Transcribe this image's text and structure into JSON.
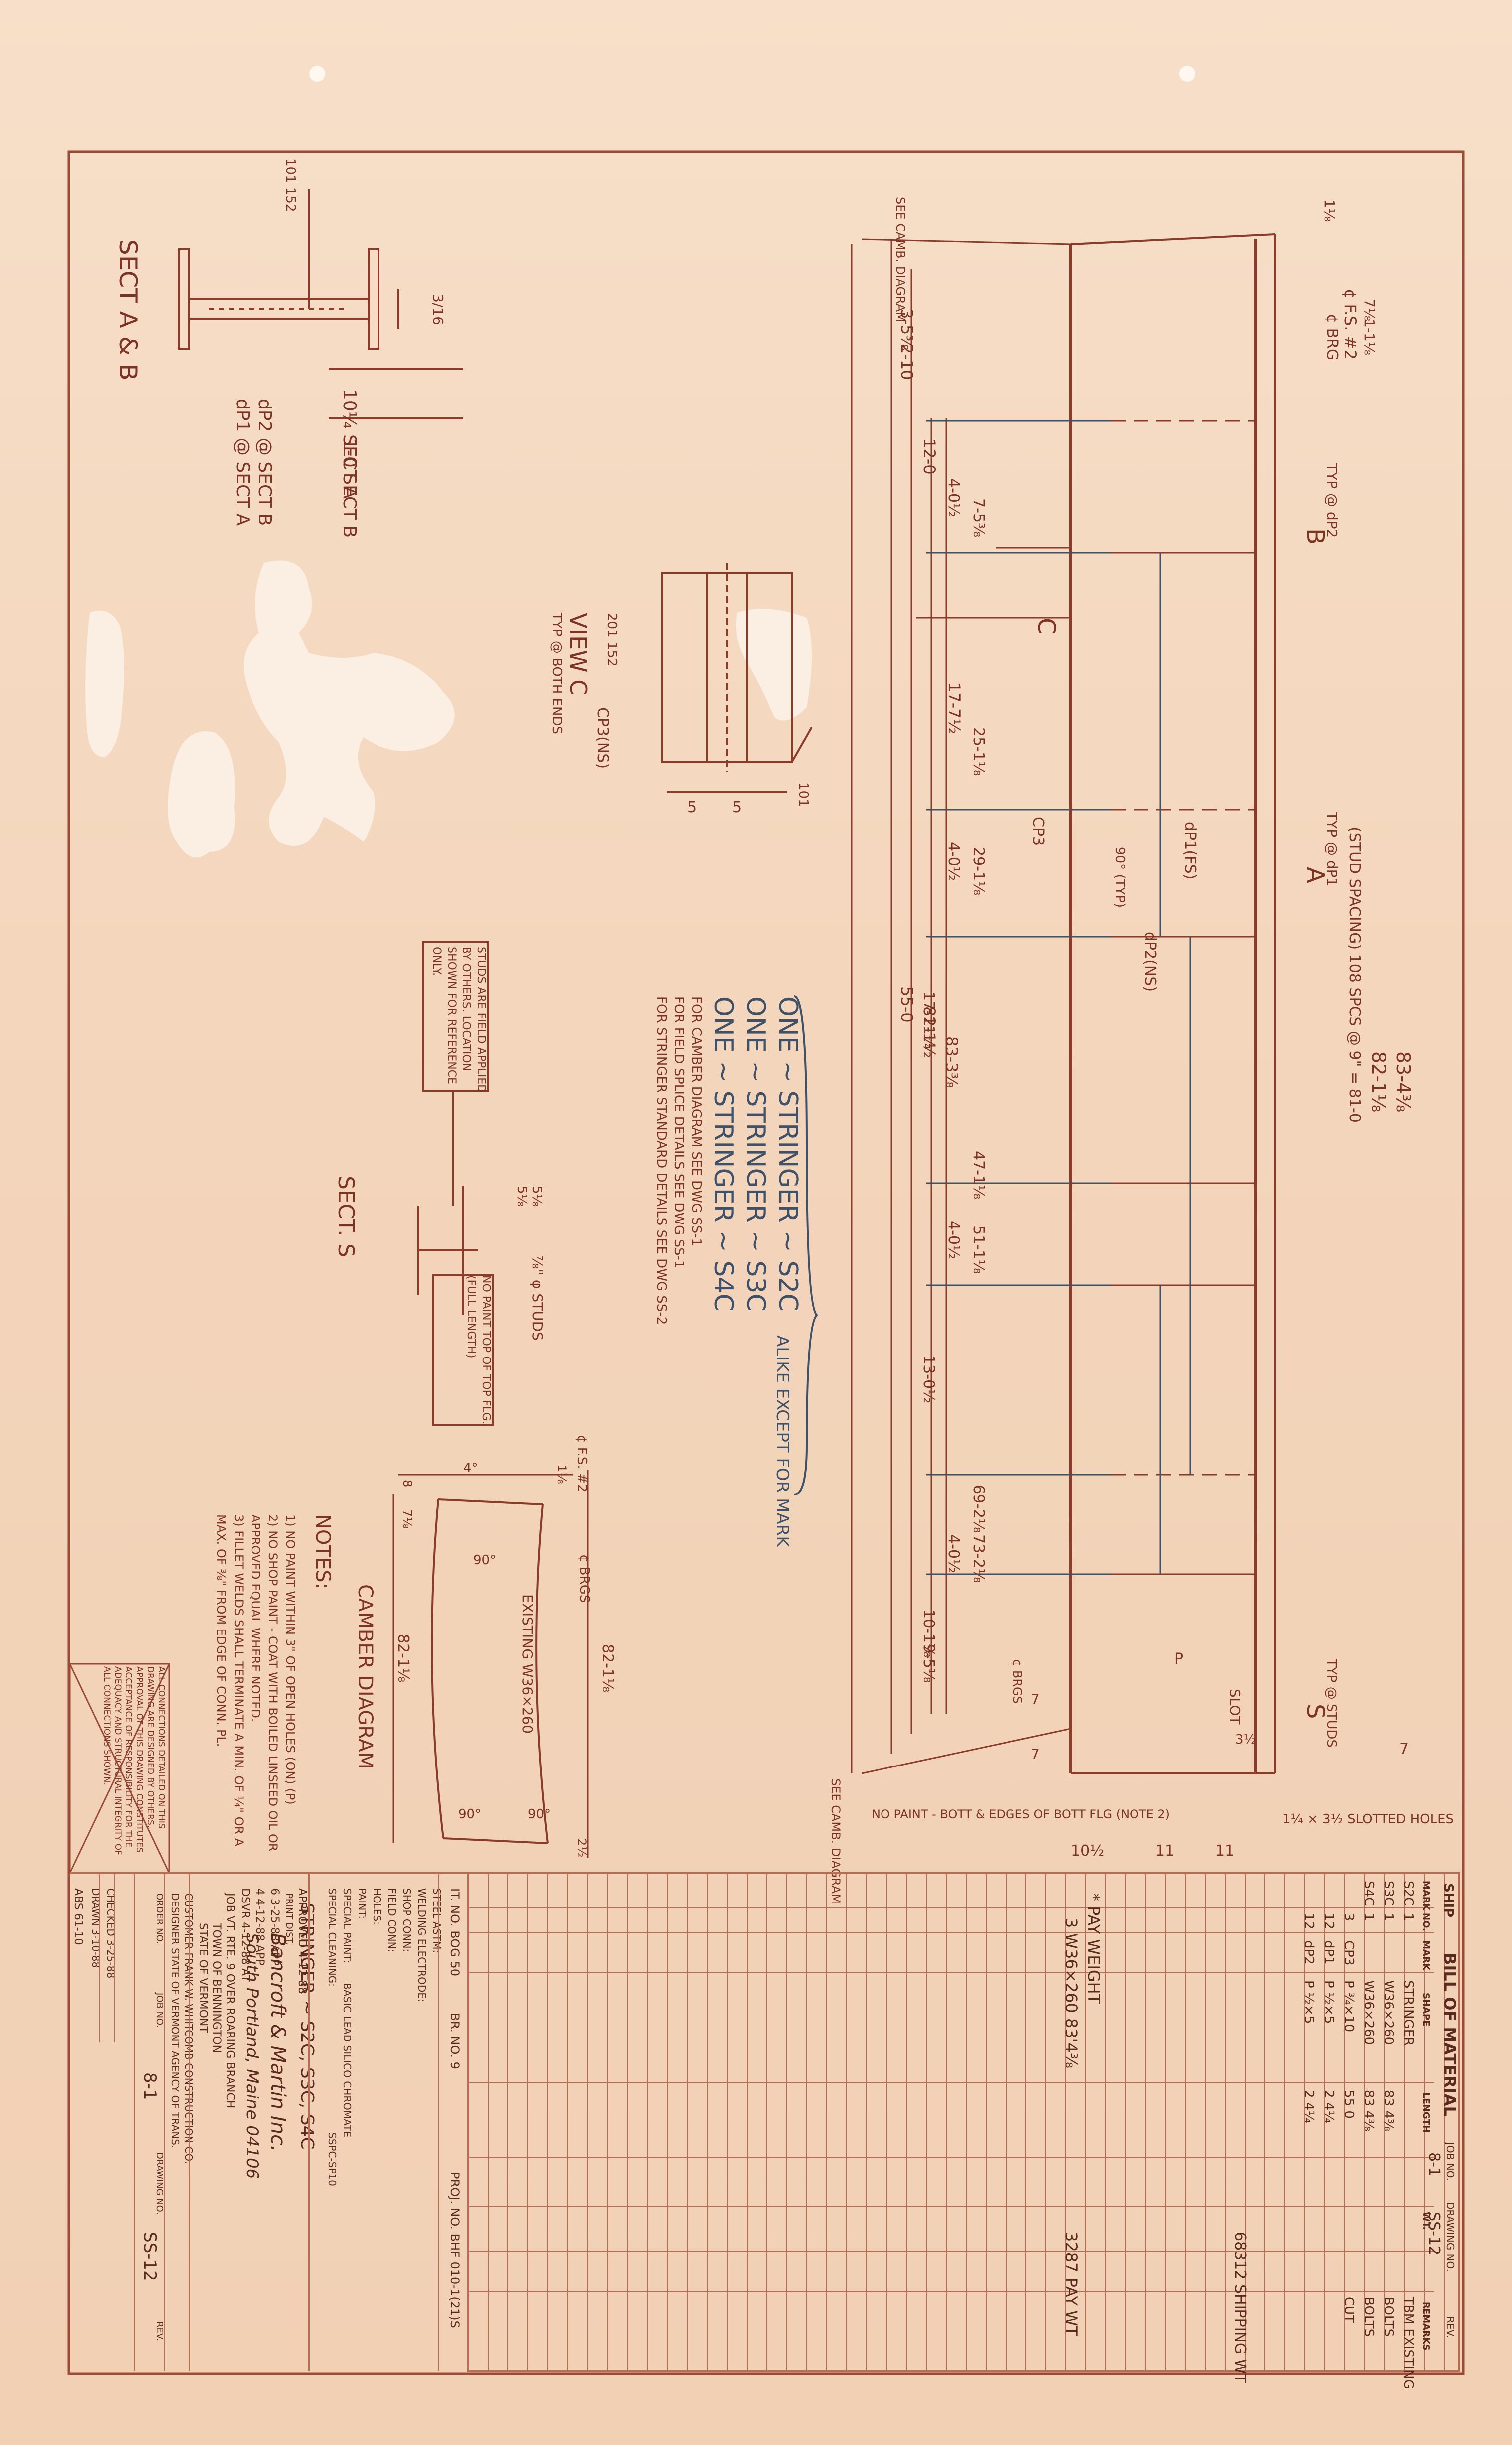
{
  "sheet": {
    "job_no": "8-1",
    "drawing_no": "SS-12",
    "rev": "",
    "stamp_left_top": "ABS 61-10"
  },
  "bill_of_material": {
    "title": "BILL OF MATERIAL",
    "ship_label": "SHIP",
    "job_no_label": "JOB NO.",
    "drawing_no_label": "DRAWING NO.",
    "rev_label": "REV.",
    "headers": [
      "MARK",
      "NO.",
      "MARK",
      "SHAPE",
      "LENGTH",
      "WT.",
      "REMARKS"
    ],
    "rows": [
      {
        "mark": "S2C",
        "no": "1",
        "mark2": "",
        "shape": "STRINGER",
        "length": "",
        "wt": "",
        "remarks": "TBM EXISTING"
      },
      {
        "mark": "S3C",
        "no": "1",
        "mark2": "",
        "shape": "W36×260",
        "length": "83 4⅜",
        "wt": "",
        "remarks": "BOLTS"
      },
      {
        "mark": "S4C",
        "no": "1",
        "mark2": "",
        "shape": "W36×260",
        "length": "83 4⅜",
        "wt": "",
        "remarks": "BOLTS"
      },
      {
        "mark": "",
        "no": "3",
        "mark2": "CP3",
        "shape": "P ¾×10",
        "length": "55 0",
        "wt": "",
        "remarks": "CUT"
      },
      {
        "mark": "",
        "no": "12",
        "mark2": "dP1",
        "shape": "P ½×5",
        "length": "2 4¼",
        "wt": "",
        "remarks": ""
      },
      {
        "mark": "",
        "no": "12",
        "mark2": "dP2",
        "shape": "P ½×5",
        "length": "2 4¼",
        "wt": "",
        "remarks": ""
      }
    ],
    "pay_weight_label": "* PAY WEIGHT",
    "pay_weight_line": "3 W36×260 83'4⅜",
    "pay_weight_total": "3287 PAY WT",
    "shipping_weight": "68312 SHIPPING WT"
  },
  "notes_block": {
    "steel_astm_label": "STEEL ASTM:",
    "welding_electrode_label": "WELDING ELECTRODE:",
    "shop_conn_label": "SHOP CONN:",
    "field_conn_label": "FIELD CONN:",
    "holes_label": "HOLES:",
    "paint_label": "PAINT:",
    "special_paint_label": "SPECIAL PAINT:",
    "special_paint_value": "BASIC LEAD SILICO CHROMATE",
    "special_cleaning_label": "SPECIAL CLEANING:",
    "special_cleaning_value": "SSPC-SP10",
    "it_no": "IT. NO. BOG 50",
    "br_no": "BR. NO. 9",
    "proj_no": "PROJ. NO. BHF 010-1(21)S",
    "item_title": "STRINGER ~ S2C, S3C, S4C",
    "company": "Bancroft & Martin Inc.",
    "company_city": "South Portland, Maine 04106",
    "job_line_1": "JOB VT. RTE. 9 OVER ROARING BRANCH",
    "job_line_2": "TOWN OF BENNINGTON",
    "job_line_3": "STATE OF VERMONT",
    "customer": "CUSTOMER FRANK W. WHITCOMB CONSTRUCTION CO.",
    "designer": "DESIGNER STATE OF VERMONT AGENCY OF TRANS.",
    "order_no_label": "ORDER NO.",
    "job_no_label": "JOB NO.",
    "drawing_no_label": "DRAWING NO.",
    "rev_label": "REV.",
    "approved": "APPROVED 4-12-88",
    "print_dist_label": "PRINT DIST.",
    "revisions": [
      "6  3-25-88  APP",
      "4  4-12-88  APP",
      "DSVR  4-12-88  AT"
    ],
    "checked": "CHECKED 3-25-88",
    "drawn": "DRAWN 3-10-88"
  },
  "disclaimer": "ALL CONNECTIONS DETAILED ON THIS DRAWING ARE DESIGNED BY OTHERS. APPROVAL OF THIS DRAWING CONSTITUTES ACCEPTANCE OF RESPONSIBILITY FOR THE ADEQUACY AND STRUCTURAL INTEGRITY OF ALL CONNECTIONS SHOWN.",
  "sect_ab": {
    "title": "SECT A & B",
    "weld": "101 152",
    "dim1": "10¼ SECT A",
    "dim2": "1-0 SECT B",
    "plate_a": "dP1 @ SECT A",
    "plate_b": "dP2 @ SECT B",
    "thk": "3/16"
  },
  "view_c": {
    "title": "VIEW C",
    "sub": "TYP @ BOTH ENDS",
    "weld": "201 152",
    "plate": "CP3(NS)",
    "s1": "5",
    "s2": "5",
    "weld2": "101"
  },
  "sect_s": {
    "title": "SECT. S",
    "studs": "⅞\" φ STUDS",
    "dims": [
      "5⅛",
      "5⅛"
    ],
    "note_box": "STUDS ARE FIELD APPLIED BY OTHERS. LOCATION SHOWN FOR REFERENCE ONLY.",
    "no_paint_box": "NO PAINT TOP OF TOP FLG. (FULL LENGTH)"
  },
  "stringer_marks": {
    "line1": "ONE ~ STRINGER ~ S2C",
    "line2": "ONE ~ STRINGER ~ S3C",
    "line3": "ONE ~ STRINGER ~ S4C",
    "alike": "ALIKE EXCEPT FOR MARK",
    "note1": "FOR CAMBER DIAGRAM SEE DWG SS-1",
    "note2": "FOR FIELD SPLICE DETAILS SEE DWG SS-1",
    "note3": "FOR STRINGER STANDARD DETAILS SEE DWG SS-2"
  },
  "elevation": {
    "overall_1": "83-4⅜",
    "overall_2": "82-1⅛",
    "stud_spacing": "(STUD SPACING) 108 SPCS @ 9\" = 81-0",
    "left_dims": [
      "3-5⅜",
      "2-10",
      "12-0",
      "17-7½",
      "55-0",
      "82-1½",
      "83-3⅜"
    ],
    "bay_dims": [
      "7-5⅜",
      "4-0½",
      "25-1⅛",
      "29-1⅛",
      "4-0½",
      "17-11¼",
      "47-1⅛",
      "51-1⅛",
      "4-0½",
      "13-0½",
      "69-2⅛",
      "73-2⅛",
      "4-0½",
      "10-1⅛",
      "9-5⅛"
    ],
    "right_top": [
      "1⅛",
      "7⅛",
      "1-1⅛"
    ],
    "brg": "¢ BRG",
    "cfs": "¢ F.S. #2",
    "dp2_typ": "TYP @ dP2",
    "dp1_typ": "TYP @ dP1",
    "dp1_fs": "dP1(FS)",
    "dp2_ns": "dP2(NS)",
    "cp3": "CP3",
    "angle_typ": "90° (TYP)",
    "see_camb_top": "SEE CAMB. DIAGRAM",
    "see_camb_bot": "SEE CAMB. DIAGRAM",
    "section_b": "B",
    "section_a": "A",
    "section_c": "C",
    "section_s": "S",
    "typ_studs": "TYP @ STUDS",
    "slot": "SLOT",
    "p_mark": "P",
    "brgs": "¢ BRGS",
    "no_paint": "NO PAINT - BOTT & EDGES OF BOTT FLG (NOTE 2)",
    "slotted_holes": "1¼ × 3½ SLOTTED HOLES",
    "bottom_dims": [
      "10½",
      "11",
      "11"
    ],
    "small_dims": [
      "7",
      "7",
      "3½"
    ],
    "end_dim": "7"
  },
  "camber": {
    "title": "CAMBER DIAGRAM",
    "existing": "EXISTING W36×260",
    "dims": [
      "82-1⅛",
      "82-1⅛"
    ],
    "angles": [
      "4°",
      "90°",
      "90°",
      "90°"
    ],
    "fs": "¢ F.S. #2",
    "brgs": "¢ BRGS",
    "misc": [
      "1⅛",
      "7⅛",
      "8",
      "2½"
    ]
  },
  "notes": {
    "title": "NOTES:",
    "items": [
      "1) NO PAINT WITHIN 3\" OF OPEN HOLES (ON) (P)",
      "2) NO SHOP PAINT - COAT WITH BOILED LINSEED OIL OR APPROVED EQUAL WHERE NOTED.",
      "3) FILLET WELDS SHALL TERMINATE A MIN. OF ¼\" OR A MAX. OF ⅜\" FROM EDGE OF CONN. PL."
    ]
  },
  "colors": {
    "paper": "#f4d8bf",
    "ink": "#8a3b2a",
    "blue_ink": "#3f5168",
    "grid": "#c98c73"
  }
}
